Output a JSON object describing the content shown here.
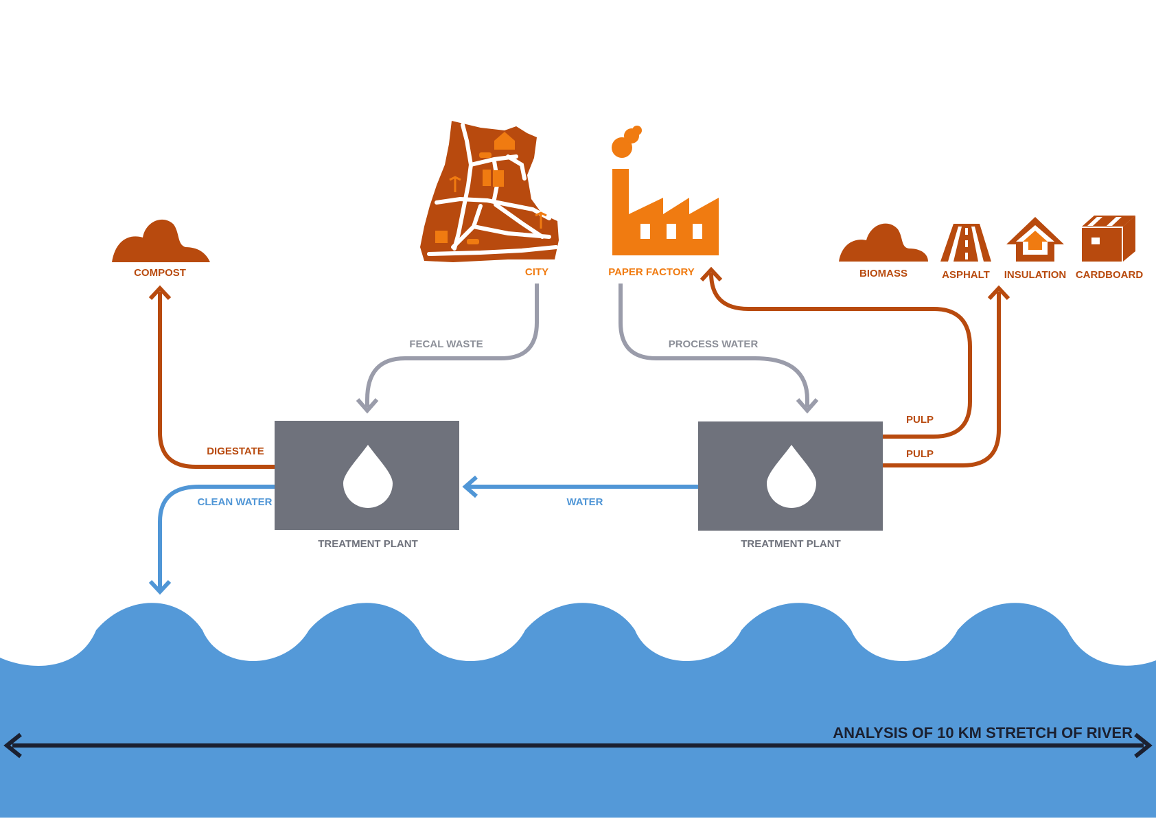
{
  "nodes": {
    "compost": "COMPOST",
    "city": "CITY",
    "paper_factory": "PAPER FACTORY",
    "biomass": "BIOMASS",
    "asphalt": "ASPHALT",
    "insulation": "INSULATION",
    "cardboard": "CARDBOARD",
    "plant_left": "TREATMENT PLANT",
    "plant_right": "TREATMENT PLANT"
  },
  "flows": {
    "fecal_waste": "FECAL WASTE",
    "process_water": "PROCESS WATER",
    "digestate": "DIGESTATE",
    "clean_water": "CLEAN WATER",
    "water": "WATER",
    "pulp_upper": "PULP",
    "pulp_lower": "PULP"
  },
  "river": {
    "caption": "ANALYSIS OF 10 KM STRETCH OF RIVER"
  },
  "icons": {
    "compost": "compost-heap-icon",
    "city": "city-map-icon",
    "factory": "factory-icon",
    "biomass": "biomass-heap-icon",
    "asphalt": "road-icon",
    "insulation": "house-icon",
    "cardboard": "box-icon",
    "plant": "water-drop-icon"
  },
  "colors": {
    "rust": "#b84a0e",
    "orange": "#f07b11",
    "grey_flow": "#9a9caa",
    "water_blue": "#5096d6",
    "plant_grey": "#6f727c",
    "axis_dark": "#1b2030"
  }
}
